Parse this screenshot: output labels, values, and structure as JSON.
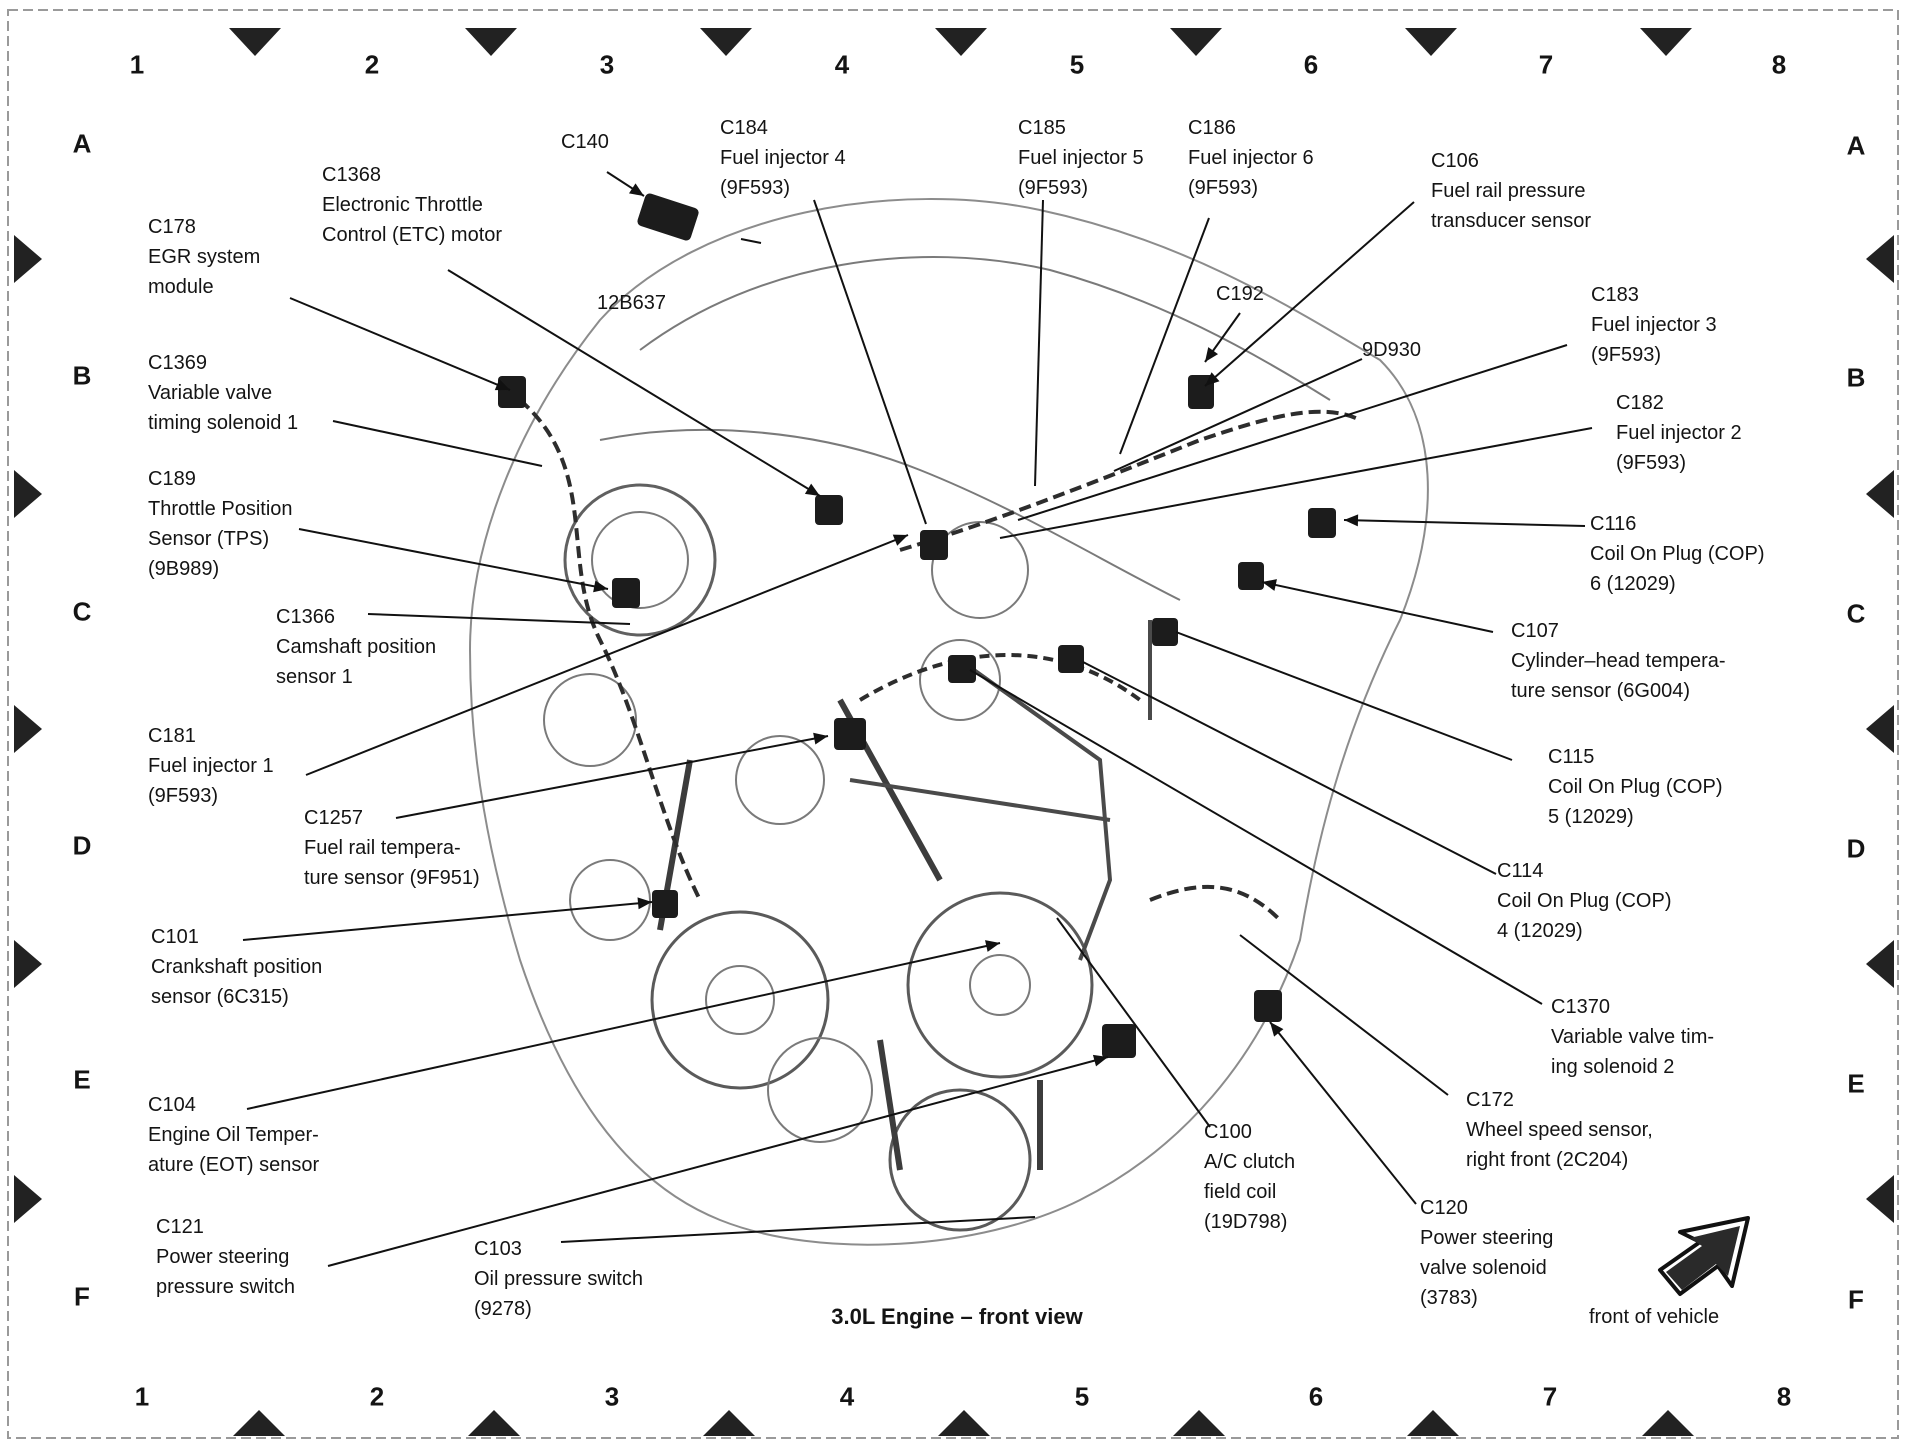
{
  "title": "3.0L Engine – front view",
  "orientation_note": "front of vehicle",
  "grid": {
    "columns": [
      "1",
      "2",
      "3",
      "4",
      "5",
      "6",
      "7",
      "8"
    ],
    "rows": [
      "A",
      "B",
      "C",
      "D",
      "E",
      "F"
    ]
  },
  "connectors": [
    {
      "id": "c140",
      "lines": [
        "C140"
      ]
    },
    {
      "id": "c184",
      "lines": [
        "C184",
        "Fuel injector 4",
        "(9F593)"
      ]
    },
    {
      "id": "c185",
      "lines": [
        "C185",
        "Fuel injector 5",
        "(9F593)"
      ]
    },
    {
      "id": "c186",
      "lines": [
        "C186",
        "Fuel injector 6",
        "(9F593)"
      ]
    },
    {
      "id": "c106",
      "lines": [
        "C106",
        "Fuel rail pressure",
        "transducer sensor"
      ]
    },
    {
      "id": "c1368",
      "lines": [
        "C1368",
        "Electronic Throttle",
        "Control (ETC) motor"
      ]
    },
    {
      "id": "c178",
      "lines": [
        "C178",
        "EGR system",
        "module"
      ]
    },
    {
      "id": "p12b637",
      "lines": [
        "12B637"
      ]
    },
    {
      "id": "c192",
      "lines": [
        "C192"
      ]
    },
    {
      "id": "p9d930",
      "lines": [
        "9D930"
      ]
    },
    {
      "id": "c183",
      "lines": [
        "C183",
        "Fuel injector 3",
        "(9F593)"
      ]
    },
    {
      "id": "c1369",
      "lines": [
        "C1369",
        "Variable valve",
        "timing solenoid 1"
      ]
    },
    {
      "id": "c182",
      "lines": [
        "C182",
        "Fuel injector 2",
        "(9F593)"
      ]
    },
    {
      "id": "c189",
      "lines": [
        "C189",
        "Throttle Position",
        "Sensor (TPS)",
        "(9B989)"
      ]
    },
    {
      "id": "c116",
      "lines": [
        "C116",
        "Coil On Plug (COP)",
        "6 (12029)"
      ]
    },
    {
      "id": "c1366",
      "lines": [
        "C1366",
        "Camshaft position",
        "sensor 1"
      ]
    },
    {
      "id": "c107",
      "lines": [
        "C107",
        "Cylinder–head tempera-",
        "ture sensor (6G004)"
      ]
    },
    {
      "id": "c181",
      "lines": [
        "C181",
        "Fuel injector 1",
        "(9F593)"
      ]
    },
    {
      "id": "c115",
      "lines": [
        "C115",
        "Coil On Plug (COP)",
        "5 (12029)"
      ]
    },
    {
      "id": "c1257",
      "lines": [
        "C1257",
        "Fuel rail tempera-",
        "ture sensor (9F951)"
      ]
    },
    {
      "id": "c114",
      "lines": [
        "C114",
        "Coil On Plug (COP)",
        "4 (12029)"
      ]
    },
    {
      "id": "c101",
      "lines": [
        "C101",
        "Crankshaft position",
        "sensor (6C315)"
      ]
    },
    {
      "id": "c1370",
      "lines": [
        "C1370",
        "Variable valve tim-",
        "ing solenoid 2"
      ]
    },
    {
      "id": "c104",
      "lines": [
        "C104",
        "Engine Oil Temper-",
        "ature (EOT) sensor"
      ]
    },
    {
      "id": "c172",
      "lines": [
        "C172",
        "Wheel speed sensor,",
        "right front (2C204)"
      ]
    },
    {
      "id": "c100",
      "lines": [
        "C100",
        "A/C clutch",
        "field coil",
        "(19D798)"
      ]
    },
    {
      "id": "c121",
      "lines": [
        "C121",
        "Power steering",
        "pressure switch"
      ]
    },
    {
      "id": "c120",
      "lines": [
        "C120",
        "Power steering",
        "valve solenoid",
        "(3783)"
      ]
    },
    {
      "id": "c103",
      "lines": [
        "C103",
        "Oil pressure switch",
        "(9278)"
      ]
    }
  ]
}
